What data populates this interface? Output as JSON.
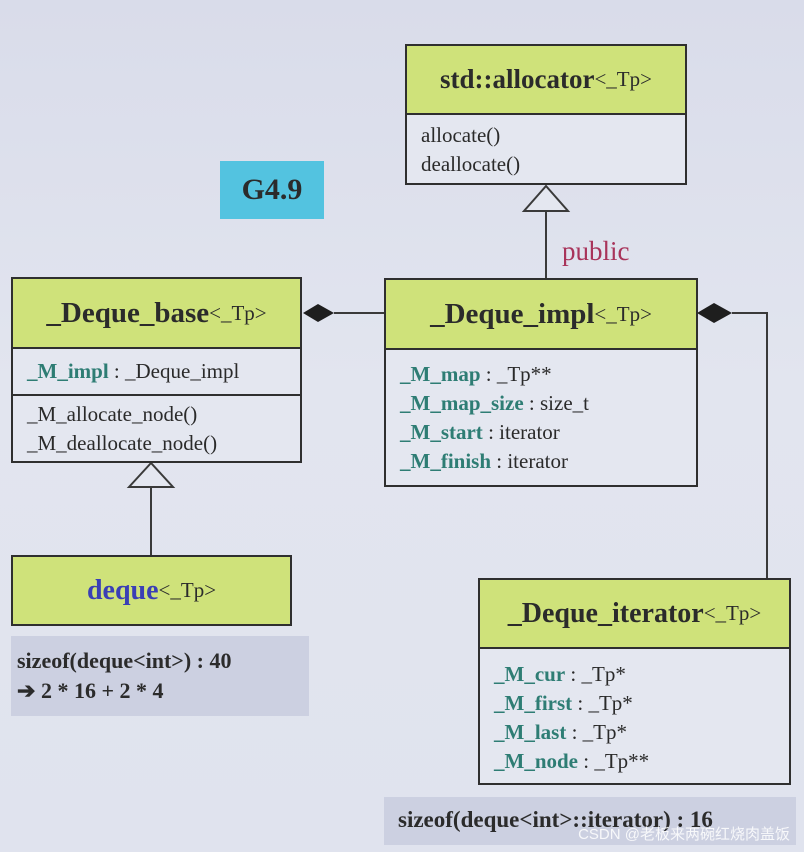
{
  "version_tag": "G4.9",
  "public_label": "public",
  "allocator": {
    "name": "std::allocator",
    "tparam": "<_Tp>",
    "methods": [
      "allocate()",
      "deallocate()"
    ]
  },
  "deque_base": {
    "name": "_Deque_base",
    "tparam": "<_Tp>",
    "members": [
      {
        "name": "_M_impl",
        "type": " : _Deque_impl"
      }
    ],
    "methods": [
      "_M_allocate_node()",
      "_M_deallocate_node()"
    ]
  },
  "deque_impl": {
    "name": "_Deque_impl",
    "tparam": "<_Tp>",
    "members": [
      {
        "name": "_M_map",
        "type": " : _Tp**"
      },
      {
        "name": "_M_map_size",
        "type": " : size_t"
      },
      {
        "name": "_M_start",
        "type": " : iterator"
      },
      {
        "name": "_M_finish",
        "type": " : iterator"
      }
    ]
  },
  "deque": {
    "name": "deque",
    "tparam": "<_Tp>"
  },
  "deque_iterator": {
    "name": "_Deque_iterator",
    "tparam": "<_Tp>",
    "members": [
      {
        "name": "_M_cur",
        "type": " : _Tp*"
      },
      {
        "name": "_M_first",
        "type": " : _Tp*"
      },
      {
        "name": "_M_last",
        "type": " : _Tp*"
      },
      {
        "name": "_M_node",
        "type": " : _Tp**"
      }
    ]
  },
  "sizeof_deque": {
    "line1": "sizeof(deque<int>) : 40",
    "arrow": "➔",
    "line2": " 2 * 16 + 2 * 4"
  },
  "sizeof_iterator": "sizeof(deque<int>::iterator) : 16",
  "watermark": "CSDN @老板来两碗红烧肉盖饭",
  "colors": {
    "header_fill": "#cfe27a",
    "member_text": "#2e7d74",
    "deque_name": "#3a3fb5",
    "public_text": "#a8335a",
    "tag_fill": "#53c3e0"
  }
}
